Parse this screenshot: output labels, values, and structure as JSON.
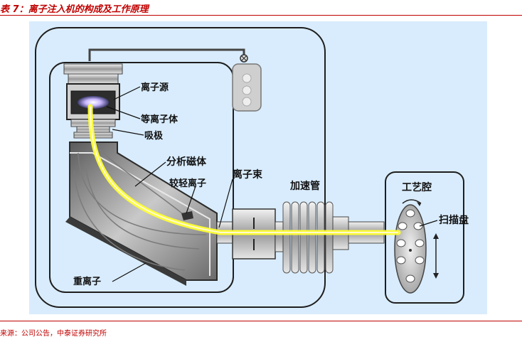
{
  "header": {
    "title": "表 7：离子注入机的构成及工作原理"
  },
  "footer": {
    "source": "来源：公司公告，中泰证券研究所"
  },
  "diagram": {
    "labels": {
      "ion_source": "离子源",
      "plasma": "等离子体",
      "suction_pole": "吸极",
      "analyzer_magnet": "分析磁体",
      "light_ions": "较轻离子",
      "ion_beam": "离子束",
      "accelerator_tube": "加速管",
      "process_chamber": "工艺腔",
      "scan_disk": "扫描盘",
      "heavy_ions": "重离子"
    },
    "colors": {
      "panel_bg": "#d9ecfd",
      "beam": "#ffff33",
      "metal_dark": "#555555",
      "metal_light": "#bfbfbf",
      "accent_red": "#c00000"
    }
  }
}
